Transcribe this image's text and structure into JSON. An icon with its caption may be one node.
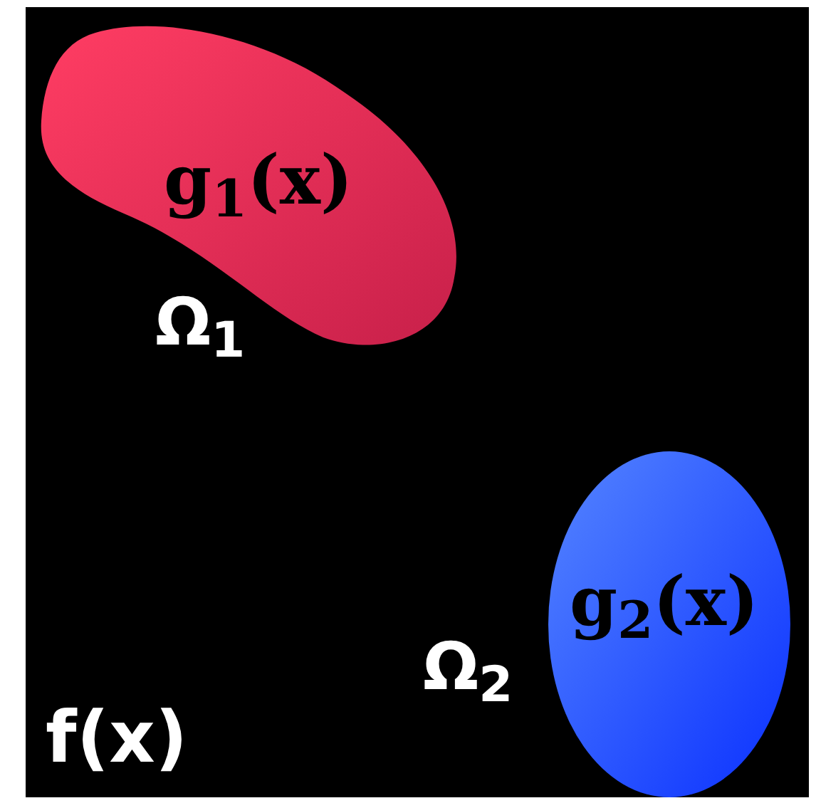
{
  "diagram": {
    "nodes": [
      {
        "text": [
          "f(x)"
        ]
      },
      {
        "text": [
          "g$_{1}$(x)"
        ],
        "in": 0,
        "beside": [
          "Ω$_{1}$"
        ]
      },
      {
        "text": [
          "g$_{2}$(x)"
        ],
        "in": 0,
        "beside": [
          "Ω$_{2}$"
        ]
      }
    ]
  }
}
